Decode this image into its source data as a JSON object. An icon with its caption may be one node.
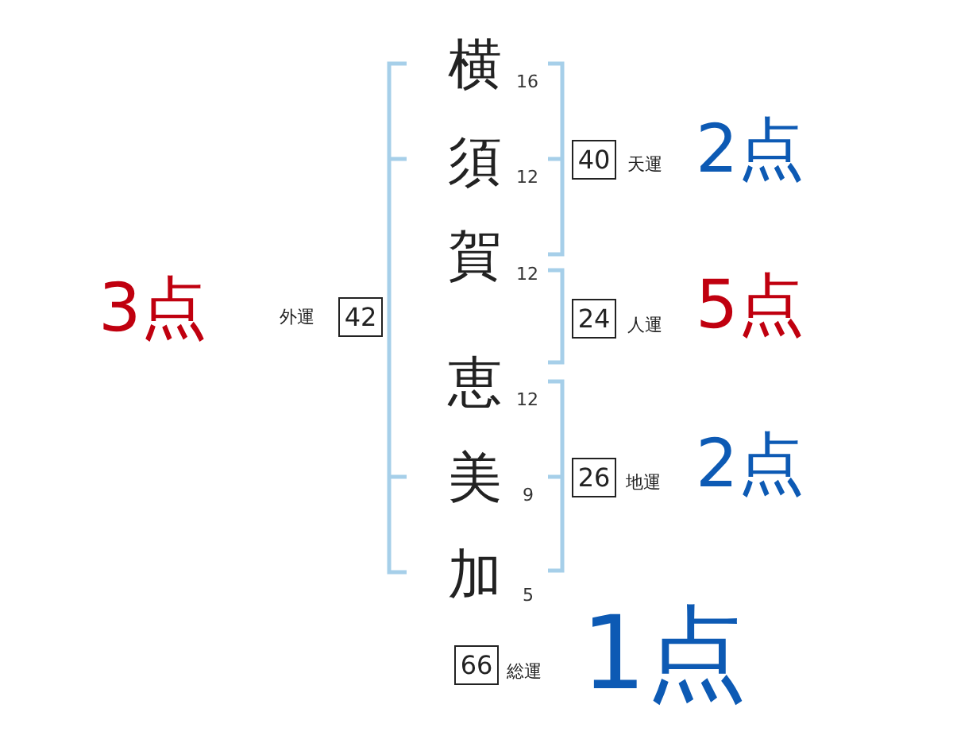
{
  "diagram": {
    "nodes": [
      {
        "text": [
          "40"
        ],
        "beside": [
          "天運",
          "2点"
        ]
      },
      {
        "text": [
          "42"
        ],
        "beside": [
          "外運",
          "3点"
        ]
      },
      {
        "text": [
          "24"
        ],
        "beside": [
          "人運",
          "5点"
        ]
      },
      {
        "text": [
          "26"
        ],
        "beside": [
          "地運",
          "2点"
        ]
      },
      {
        "text": [
          "66"
        ],
        "beside": [
          "総運",
          "1点"
        ]
      }
    ],
    "labels": [
      "横",
      "16",
      "須",
      "12",
      "賀",
      "12",
      "恵",
      "12",
      "美",
      "9",
      "加",
      "5"
    ]
  }
}
